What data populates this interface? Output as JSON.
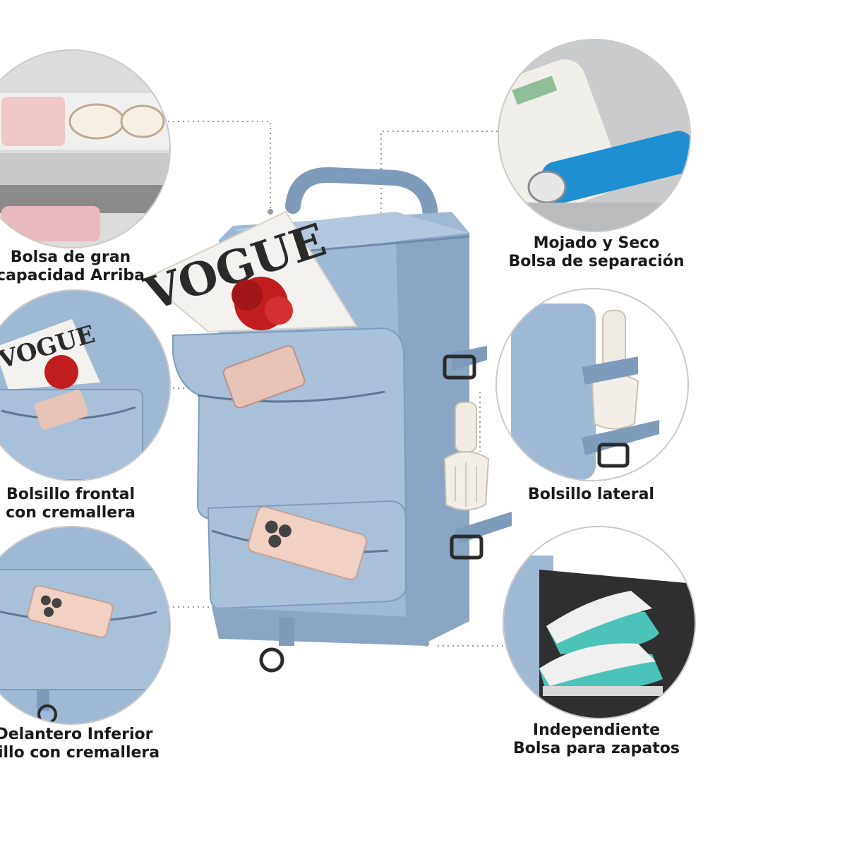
{
  "features": [
    {
      "id": "top",
      "line1": "Bolsa de gran",
      "line2": "capacidad Arriba"
    },
    {
      "id": "front",
      "line1": "Bolsillo frontal",
      "line2": "con cremallera"
    },
    {
      "id": "lower",
      "line1": "Delantero Inferior",
      "line2": "sillo con cremallera"
    },
    {
      "id": "wet",
      "line1": "Mojado y Seco",
      "line2": "Bolsa de separación"
    },
    {
      "id": "side",
      "line1": "Bolsillo lateral",
      "line2": ""
    },
    {
      "id": "shoes",
      "line1": "Independiente",
      "line2": "Bolsa para zapatos"
    }
  ],
  "magazine_text": "VOGUE",
  "colors": {
    "bag": "#9fb8d3",
    "bag_dark": "#7f9bbb",
    "bag_light": "#b8cce2",
    "strap": "#2b2b2b",
    "shoe": "#4bc3b8"
  }
}
